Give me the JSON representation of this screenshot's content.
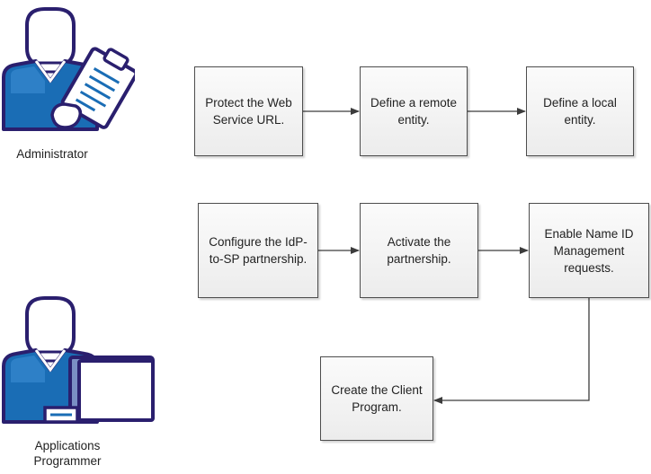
{
  "roles": {
    "administrator": {
      "label": "Administrator",
      "icon": "administrator-clipboard-icon"
    },
    "programmer": {
      "label": "Applications\nProgrammer",
      "icon": "programmer-computer-icon"
    }
  },
  "steps": {
    "protect_url": "Protect the Web\nService URL.",
    "define_remote": "Define a remote\nentity.",
    "define_local": "Define a local\nentity.",
    "configure_partnership": "Configure the IdP-\nto-SP partnership.",
    "activate_partnership": "Activate the\npartnership.",
    "enable_nameid": "Enable Name ID\nManagement\nrequests.",
    "create_client": "Create the Client\nProgram."
  },
  "colors": {
    "person_outline": "#2a1f6e",
    "shirt_blue": "#1a6db5",
    "shirt_light": "#3f8fd6",
    "arrow": "#3c3c3c",
    "box_border": "#4d4d4d"
  }
}
